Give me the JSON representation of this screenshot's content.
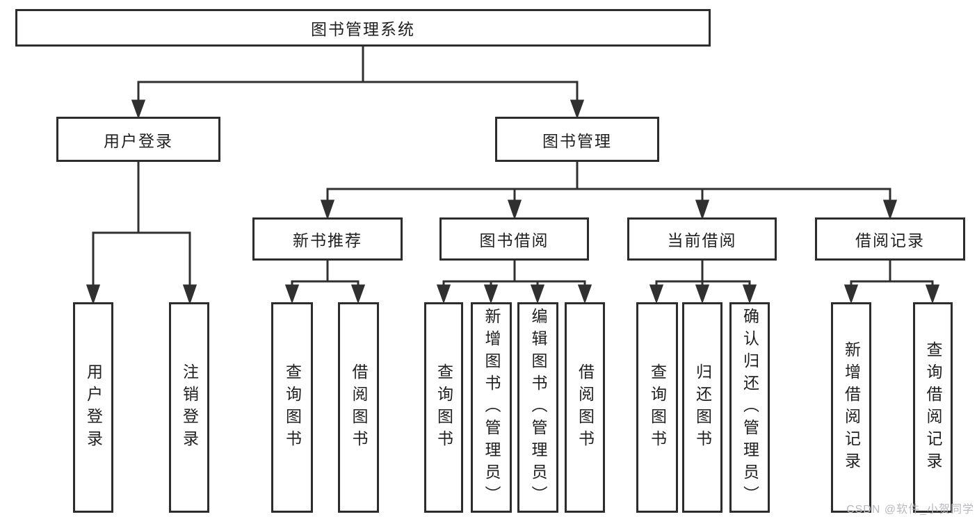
{
  "tree": {
    "root": {
      "label": "图书管理系统"
    },
    "branches": [
      {
        "label": "用户登录",
        "children": [
          {
            "label": "用户登录"
          },
          {
            "label": "注销登录"
          }
        ]
      },
      {
        "label": "图书管理",
        "children": [
          {
            "label": "新书推荐",
            "children": [
              {
                "label": "查询图书"
              },
              {
                "label": "借阅图书"
              }
            ]
          },
          {
            "label": "图书借阅",
            "children": [
              {
                "label": "查询图书"
              },
              {
                "label": "新增图书（管理员）"
              },
              {
                "label": "编辑图书（管理员）"
              },
              {
                "label": "借阅图书"
              }
            ]
          },
          {
            "label": "当前借阅",
            "children": [
              {
                "label": "查询图书"
              },
              {
                "label": "归还图书"
              },
              {
                "label": "确认归还（管理员）"
              }
            ]
          },
          {
            "label": "借阅记录",
            "children": [
              {
                "label": "新增借阅记录"
              },
              {
                "label": "查询借阅记录"
              }
            ]
          }
        ]
      }
    ]
  },
  "watermark": {
    "text": "CSDN @软件_小贺同学"
  },
  "colors": {
    "line": "#303030",
    "box_border": "#2d2d2d",
    "text": "#1f1f1f",
    "background": "#ffffff",
    "watermark": "#b9b9bd"
  }
}
